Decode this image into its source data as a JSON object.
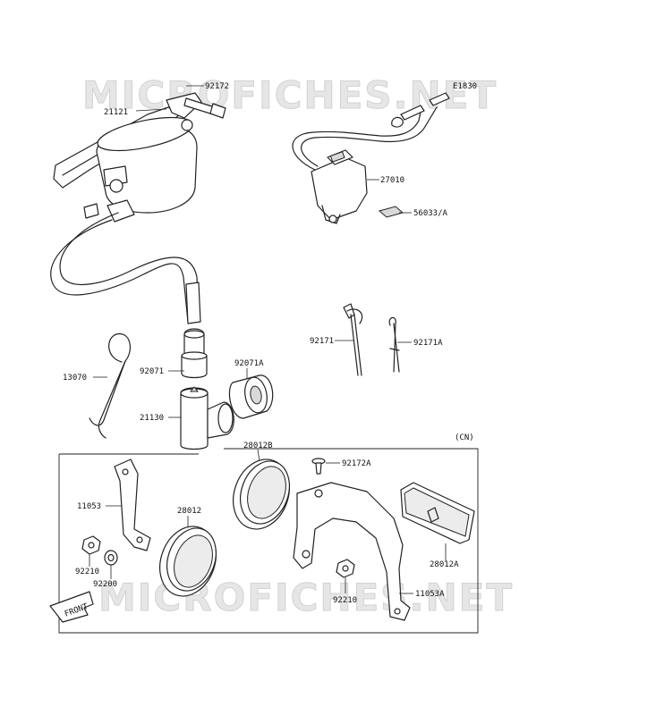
{
  "watermark": {
    "top": "MICROFICHES.NET",
    "bottom": "MICROFICHES.NET"
  },
  "diagram_code": "E1830",
  "region_label": "(CN)",
  "front_label": "FRONT",
  "parts": {
    "p21121": "21121",
    "p92172": "92172",
    "p27010": "27010",
    "p56033A": "56033/A",
    "p92171": "92171",
    "p92171A": "92171A",
    "p13070": "13070",
    "p92071": "92071",
    "p92071A": "92071A",
    "p21130": "21130",
    "p28012B": "28012B",
    "p92172A": "92172A",
    "p11053": "11053",
    "p28012": "28012",
    "p92210a": "92210",
    "p92200": "92200",
    "p92210b": "92210",
    "p11053A": "11053A",
    "p28012A": "28012A"
  }
}
